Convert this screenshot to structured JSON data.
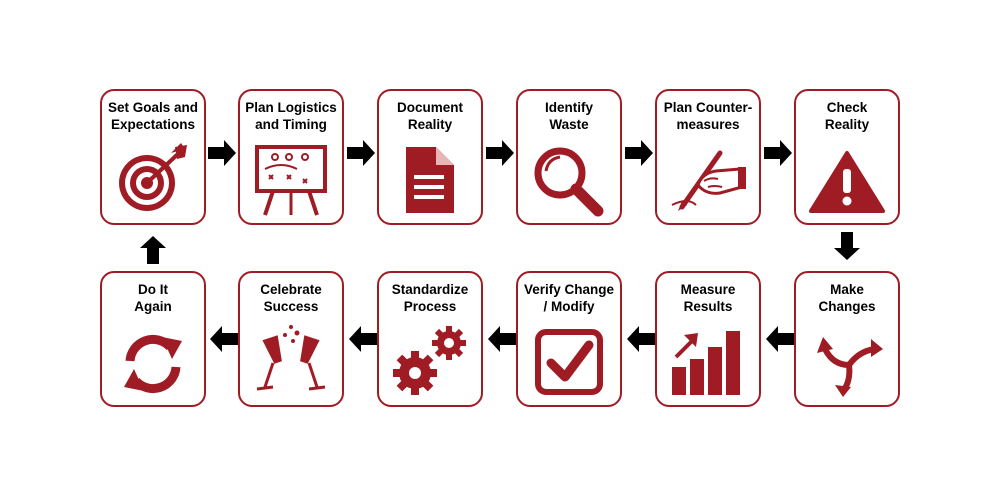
{
  "colors": {
    "accent": "#a01c25",
    "arrow": "#000000"
  },
  "steps": [
    {
      "title": "Set Goals and\nExpectations",
      "icon": "target-icon"
    },
    {
      "title": "Plan Logistics\nand Timing",
      "icon": "whiteboard-icon"
    },
    {
      "title": "Document\nReality",
      "icon": "document-icon"
    },
    {
      "title": "Identify\nWaste",
      "icon": "magnifier-icon"
    },
    {
      "title": "Plan Counter-\nmeasures",
      "icon": "hand-pen-icon"
    },
    {
      "title": "Check\nReality",
      "icon": "warning-icon"
    },
    {
      "title": "Make\nChanges",
      "icon": "cycle-arrows-icon"
    },
    {
      "title": "Measure\nResults",
      "icon": "bar-chart-icon"
    },
    {
      "title": "Verify Change\n/ Modify",
      "icon": "checkbox-icon"
    },
    {
      "title": "Standardize\nProcess",
      "icon": "gears-icon"
    },
    {
      "title": "Celebrate\nSuccess",
      "icon": "champagne-icon"
    },
    {
      "title": "Do It\nAgain",
      "icon": "refresh-icon"
    }
  ]
}
